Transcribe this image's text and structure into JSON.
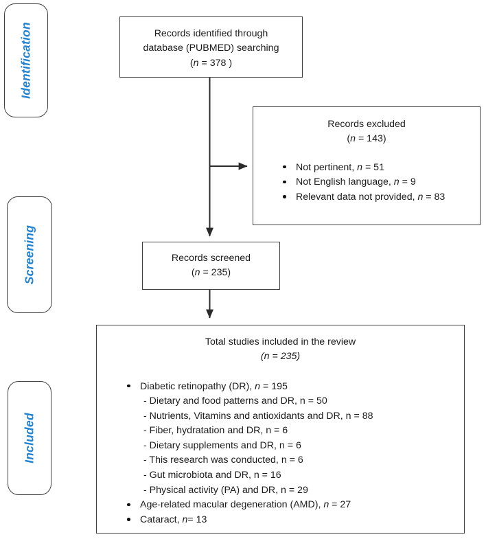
{
  "diagram": {
    "type": "prisma-flow-diagram",
    "stages": [
      {
        "key": "identification",
        "label": "Identification"
      },
      {
        "key": "screening",
        "label": "Screening"
      },
      {
        "key": "included",
        "label": "Included"
      }
    ],
    "colors": {
      "stage_label": "#2283d2",
      "box_border": "#3f3f3f",
      "arrow": "#2b2b2b",
      "text": "#1a1a1a",
      "background": "#ffffff"
    },
    "identified_box": {
      "line1": "Records identified through",
      "line2": "database (PUBMED) searching",
      "count_prefix": "(",
      "count_n": "n",
      "count_value": " = 378 ",
      "count_suffix": ")"
    },
    "excluded_box": {
      "title": "Records excluded",
      "count_prefix": "(",
      "count_n": "n",
      "count_value": " = 143",
      "count_suffix": ")",
      "reasons": [
        {
          "text": "Not pertinent, ",
          "n": "n",
          "value": " = 51"
        },
        {
          "text": "Not English language, ",
          "n": "n",
          "value": " = 9"
        },
        {
          "text": "Relevant data not provided, ",
          "n": "n",
          "value": " = 83"
        }
      ]
    },
    "screened_box": {
      "title": "Records screened",
      "count_prefix": "(",
      "count_n": "n",
      "count_value": " = 235",
      "count_suffix": ")"
    },
    "included_box": {
      "title": "Total studies included in the review",
      "count_text": "(n = 235)",
      "items": [
        {
          "text": "Diabetic retinopathy (DR), ",
          "n": "n",
          "value": " = 195",
          "subitems": [
            "- Dietary and food patterns and DR, n = 50",
            "- Nutrients, Vitamins and antioxidants and DR, n = 88",
            "- Fiber, hydratation and DR, n = 6",
            "- Dietary supplements and DR, n = 6",
            "- This research was conducted, n = 6",
            "- Gut microbiota and DR, n = 16",
            "- Physical activity (PA) and DR, n = 29"
          ]
        },
        {
          "text": "Age-related macular degeneration (AMD), ",
          "n": "n",
          "value": " = 27",
          "subitems": []
        },
        {
          "text": "Cataract, ",
          "n": "n",
          "value": "= 13",
          "subitems": []
        }
      ]
    }
  }
}
